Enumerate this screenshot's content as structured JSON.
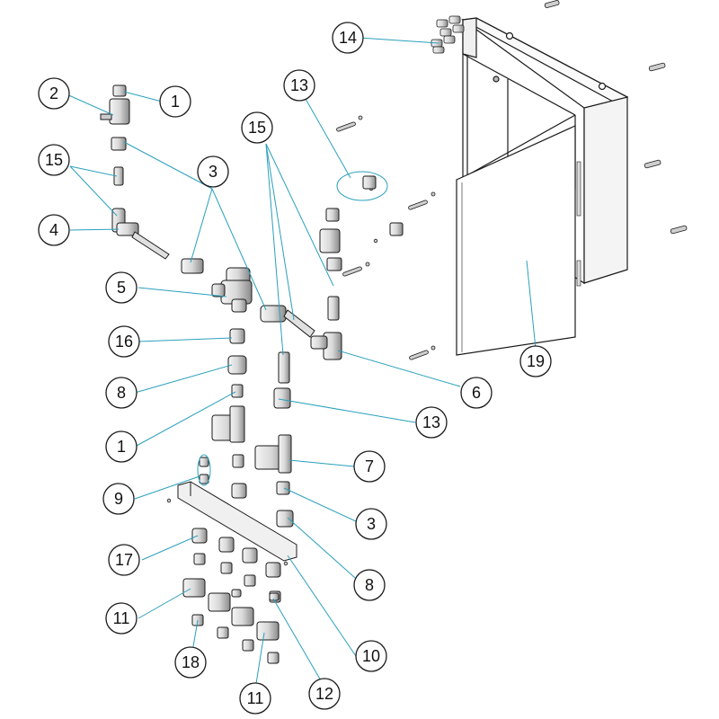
{
  "diagram": {
    "stroke_color": "#1a1a1a",
    "leader_color": "#2aa0bd",
    "part_fill": "#e6e6e6",
    "part_shade": "#9a9a9a",
    "callouts": [
      {
        "number": "1"
      },
      {
        "number": "2"
      },
      {
        "number": "15"
      },
      {
        "number": "4"
      },
      {
        "number": "3"
      },
      {
        "number": "15"
      },
      {
        "number": "13"
      },
      {
        "number": "14"
      },
      {
        "number": "5"
      },
      {
        "number": "16"
      },
      {
        "number": "8"
      },
      {
        "number": "1"
      },
      {
        "number": "13"
      },
      {
        "number": "6"
      },
      {
        "number": "19"
      },
      {
        "number": "7"
      },
      {
        "number": "9"
      },
      {
        "number": "3"
      },
      {
        "number": "17"
      },
      {
        "number": "8"
      },
      {
        "number": "11"
      },
      {
        "number": "10"
      },
      {
        "number": "18"
      },
      {
        "number": "11"
      },
      {
        "number": "12"
      }
    ]
  }
}
